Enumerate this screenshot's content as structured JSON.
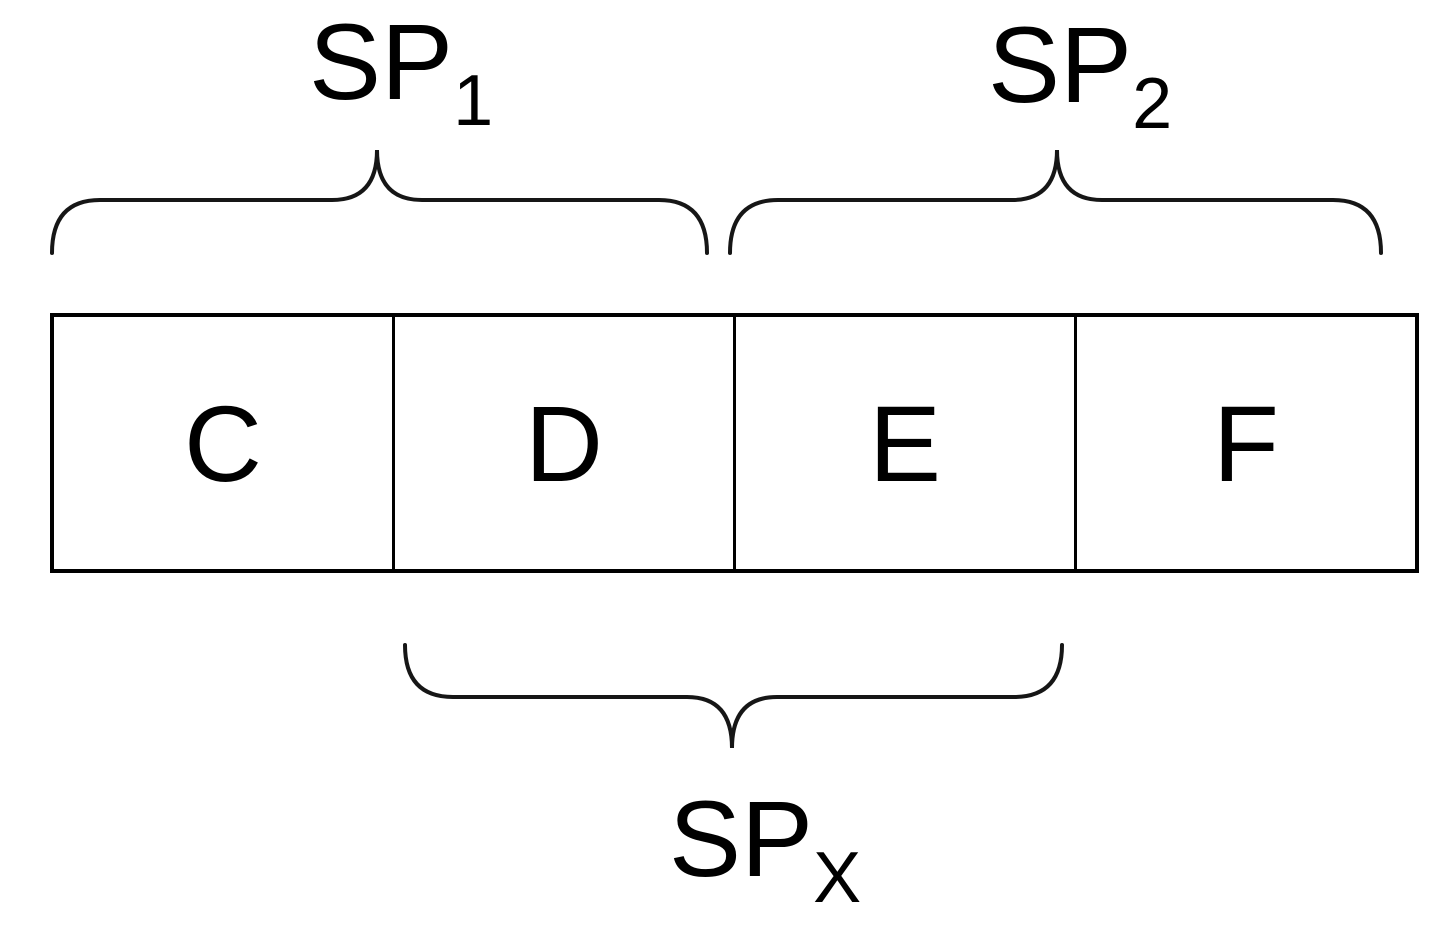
{
  "diagram": {
    "background_color": "#ffffff",
    "line_color": "#161616",
    "text_color": "#000000",
    "cells": [
      {
        "label": "C"
      },
      {
        "label": "D"
      },
      {
        "label": "E"
      },
      {
        "label": "F"
      }
    ],
    "braces": [
      {
        "label_base": "SP",
        "label_subscript": "1",
        "position": "top",
        "covers": [
          "C",
          "D"
        ]
      },
      {
        "label_base": "SP",
        "label_subscript": "2",
        "position": "top",
        "covers": [
          "E",
          "F"
        ]
      },
      {
        "label_base": "SP",
        "label_subscript": "X",
        "position": "bottom",
        "covers": [
          "D",
          "E"
        ]
      }
    ]
  }
}
